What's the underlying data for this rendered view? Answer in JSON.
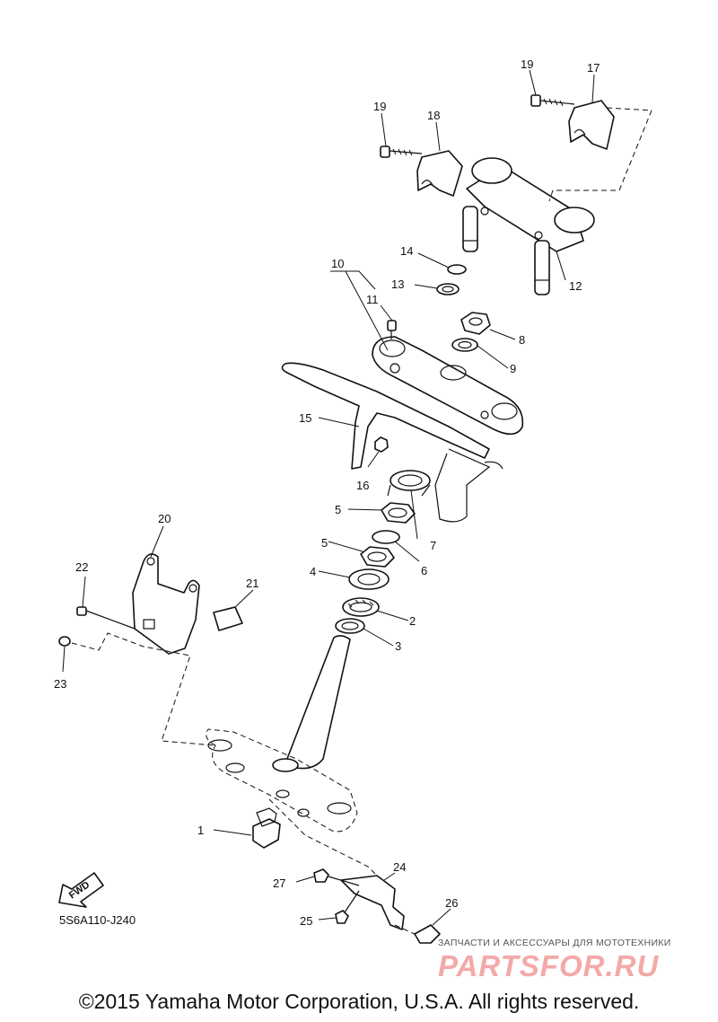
{
  "diagram": {
    "ref_code": "5S6A110-J240",
    "fwd_label": "FWD",
    "callouts": [
      "1",
      "2",
      "3",
      "4",
      "5",
      "5",
      "6",
      "7",
      "8",
      "9",
      "10",
      "11",
      "12",
      "13",
      "14",
      "15",
      "16",
      "17",
      "18",
      "19",
      "19",
      "20",
      "21",
      "22",
      "23",
      "24",
      "25",
      "26",
      "27"
    ]
  },
  "watermark": {
    "subtitle": "ЗАПЧАСТИ И АКСЕССУАРЫ ДЛЯ МОТОТЕХНИКИ",
    "brand": "PARTSFOR.RU"
  },
  "footer": {
    "copyright": "©2015 Yamaha Motor Corporation, U.S.A. All rights reserved."
  }
}
